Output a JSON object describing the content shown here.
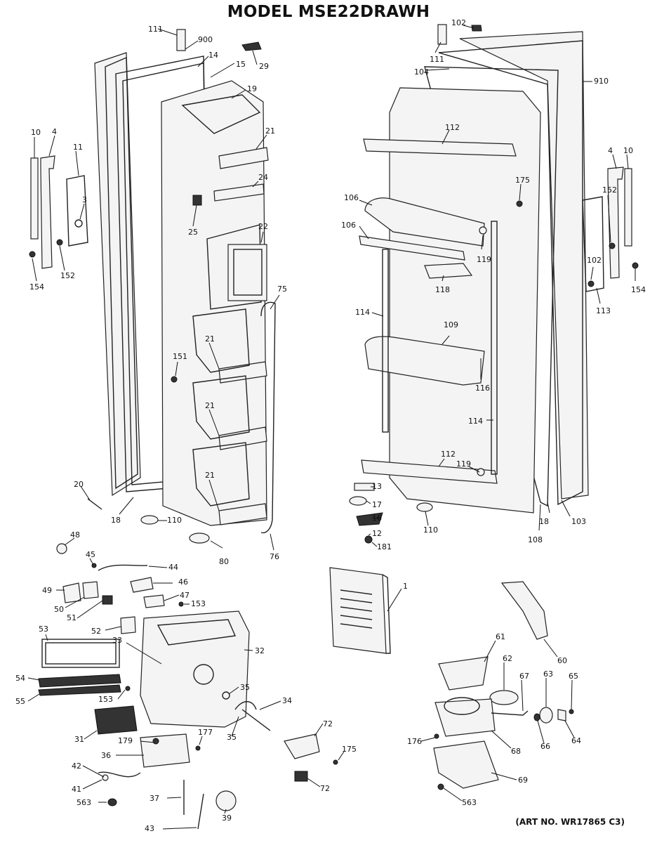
{
  "title": "MODEL MSE22DRAWH",
  "art_number": "(ART NO. WR17865 C3)",
  "callouts": [
    "111",
    "900",
    "14",
    "15",
    "29",
    "19",
    "10",
    "4",
    "11",
    "3",
    "152",
    "154",
    "21",
    "24",
    "25",
    "22",
    "75",
    "151",
    "20",
    "18",
    "110",
    "80",
    "76",
    "102",
    "104",
    "910",
    "112",
    "175",
    "106",
    "119",
    "118",
    "114",
    "109",
    "116",
    "113",
    "13",
    "17",
    "16",
    "12",
    "181",
    "108",
    "103",
    "48",
    "45",
    "44",
    "46",
    "47",
    "153",
    "49",
    "50",
    "51",
    "52",
    "53",
    "33",
    "32",
    "54",
    "35",
    "55",
    "34",
    "31",
    "72",
    "179",
    "177",
    "36",
    "42",
    "41",
    "563",
    "37",
    "43",
    "39",
    "1",
    "61",
    "60",
    "62",
    "67",
    "63",
    "65",
    "176",
    "68",
    "66",
    "64",
    "69"
  ]
}
